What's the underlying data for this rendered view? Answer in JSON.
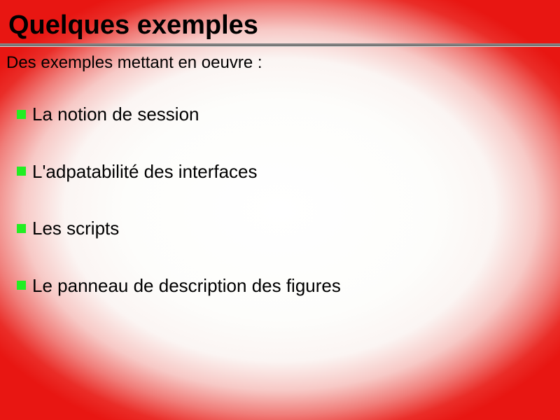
{
  "slide": {
    "title": "Quelques exemples",
    "intro": "Des exemples mettant en oeuvre :",
    "items": [
      {
        "label": "La notion de session"
      },
      {
        "label": "L'adpatabilité des interfaces"
      },
      {
        "label": "Les scripts"
      },
      {
        "label": "Le panneau de description des figures"
      }
    ]
  },
  "colors": {
    "bullet_marker": "#22ee22",
    "background_edge": "#e81612",
    "background_center": "#ffffff",
    "title_rule": "#7a7a7a"
  },
  "icons": {
    "bullet": "green-square-bullet-icon"
  }
}
